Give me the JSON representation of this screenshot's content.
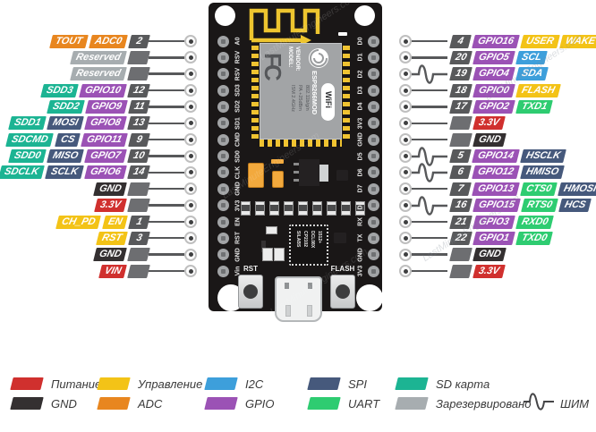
{
  "watermark": "LastMinuteEngineers.com",
  "colors": {
    "power": "#d0302e",
    "control": "#f3c317",
    "i2c": "#3d9fdb",
    "spi": "#46597c",
    "sd": "#1cb493",
    "gnd": "#343031",
    "adc": "#e8861f",
    "gpio": "#9b52b5",
    "uart": "#2ecc71",
    "reserved": "#a7adb0",
    "pin_number_badge": "#58595b",
    "blank_stub": "#6d6e71",
    "wire": "#57585a"
  },
  "pins": {
    "left": [
      {
        "labels": [
          {
            "t": "TOUT",
            "c": "adc"
          },
          {
            "t": "ADC0",
            "c": "adc"
          }
        ],
        "num": "2"
      },
      {
        "labels": [
          {
            "t": "Reserved",
            "c": "reserved"
          }
        ],
        "num": null
      },
      {
        "labels": [
          {
            "t": "Reserved",
            "c": "reserved"
          }
        ],
        "num": null
      },
      {
        "labels": [
          {
            "t": "SDD3",
            "c": "sd"
          },
          {
            "t": "GPIO10",
            "c": "gpio"
          }
        ],
        "num": "12"
      },
      {
        "labels": [
          {
            "t": "SDD2",
            "c": "sd"
          },
          {
            "t": "GPIO9",
            "c": "gpio"
          }
        ],
        "num": "11"
      },
      {
        "labels": [
          {
            "t": "SDD1",
            "c": "sd"
          },
          {
            "t": "MOSI",
            "c": "spi"
          },
          {
            "t": "GPIO8",
            "c": "gpio"
          }
        ],
        "num": "13"
      },
      {
        "labels": [
          {
            "t": "SDCMD",
            "c": "sd"
          },
          {
            "t": "CS",
            "c": "spi"
          },
          {
            "t": "GPIO11",
            "c": "gpio"
          }
        ],
        "num": "9"
      },
      {
        "labels": [
          {
            "t": "SDD0",
            "c": "sd"
          },
          {
            "t": "MISO",
            "c": "spi"
          },
          {
            "t": "GPIO7",
            "c": "gpio"
          }
        ],
        "num": "10"
      },
      {
        "labels": [
          {
            "t": "SDCLK",
            "c": "sd"
          },
          {
            "t": "SCLK",
            "c": "spi"
          },
          {
            "t": "GPIO6",
            "c": "gpio"
          }
        ],
        "num": "14"
      },
      {
        "labels": [
          {
            "t": "GND",
            "c": "gnd"
          }
        ],
        "num": null
      },
      {
        "labels": [
          {
            "t": "3.3V",
            "c": "power"
          }
        ],
        "num": null
      },
      {
        "labels": [
          {
            "t": "CH_PD",
            "c": "control"
          },
          {
            "t": "EN",
            "c": "control"
          }
        ],
        "num": "1"
      },
      {
        "labels": [
          {
            "t": "RST",
            "c": "control"
          }
        ],
        "num": "3"
      },
      {
        "labels": [
          {
            "t": "GND",
            "c": "gnd"
          }
        ],
        "num": null
      },
      {
        "labels": [
          {
            "t": "VIN",
            "c": "power"
          }
        ],
        "num": null
      }
    ],
    "right": [
      {
        "num": "4",
        "pwm": false,
        "labels": [
          {
            "t": "GPIO16",
            "c": "gpio"
          },
          {
            "t": "USER",
            "c": "control"
          },
          {
            "t": "WAKE",
            "c": "control"
          }
        ]
      },
      {
        "num": "20",
        "pwm": false,
        "labels": [
          {
            "t": "GPIO5",
            "c": "gpio"
          },
          {
            "t": "SCL",
            "c": "i2c"
          }
        ]
      },
      {
        "num": "19",
        "pwm": true,
        "labels": [
          {
            "t": "GPIO4",
            "c": "gpio"
          },
          {
            "t": "SDA",
            "c": "i2c"
          }
        ]
      },
      {
        "num": "18",
        "pwm": false,
        "labels": [
          {
            "t": "GPIO0",
            "c": "gpio"
          },
          {
            "t": "FLASH",
            "c": "control"
          }
        ]
      },
      {
        "num": "17",
        "pwm": false,
        "labels": [
          {
            "t": "GPIO2",
            "c": "gpio"
          },
          {
            "t": "TXD1",
            "c": "uart"
          }
        ]
      },
      {
        "num": null,
        "pwm": false,
        "labels": [
          {
            "t": "3.3V",
            "c": "power"
          }
        ]
      },
      {
        "num": null,
        "pwm": false,
        "labels": [
          {
            "t": "GND",
            "c": "gnd"
          }
        ]
      },
      {
        "num": "5",
        "pwm": true,
        "labels": [
          {
            "t": "GPIO14",
            "c": "gpio"
          },
          {
            "t": "HSCLK",
            "c": "spi"
          }
        ]
      },
      {
        "num": "6",
        "pwm": true,
        "labels": [
          {
            "t": "GPIO12",
            "c": "gpio"
          },
          {
            "t": "HMISO",
            "c": "spi"
          }
        ]
      },
      {
        "num": "7",
        "pwm": false,
        "labels": [
          {
            "t": "GPIO13",
            "c": "gpio"
          },
          {
            "t": "CTS0",
            "c": "uart"
          },
          {
            "t": "HMOSI",
            "c": "spi"
          }
        ]
      },
      {
        "num": "16",
        "pwm": true,
        "labels": [
          {
            "t": "GPIO15",
            "c": "gpio"
          },
          {
            "t": "RTS0",
            "c": "uart"
          },
          {
            "t": "HCS",
            "c": "spi"
          }
        ]
      },
      {
        "num": "21",
        "pwm": false,
        "labels": [
          {
            "t": "GPIO3",
            "c": "gpio"
          },
          {
            "t": "RXD0",
            "c": "uart"
          }
        ]
      },
      {
        "num": "22",
        "pwm": false,
        "labels": [
          {
            "t": "GPIO1",
            "c": "gpio"
          },
          {
            "t": "TXD0",
            "c": "uart"
          }
        ]
      },
      {
        "num": null,
        "pwm": false,
        "labels": [
          {
            "t": "GND",
            "c": "gnd"
          }
        ]
      },
      {
        "num": null,
        "pwm": false,
        "labels": [
          {
            "t": "3.3V",
            "c": "power"
          }
        ]
      }
    ]
  },
  "board": {
    "left_edge_labels": [
      "A0",
      "RSV",
      "RSV",
      "SD3",
      "SD2",
      "SD1",
      "CMD",
      "SD0",
      "CLK",
      "GND",
      "3V3",
      "EN",
      "RST",
      "GND",
      "Vin"
    ],
    "right_edge_labels": [
      "D0",
      "D1",
      "D2",
      "D3",
      "D4",
      "3V3",
      "GND",
      "D5",
      "D6",
      "D7",
      "D8",
      "RX",
      "TX",
      "GND",
      "3V3"
    ],
    "module": {
      "fcc": "FC",
      "model": "MODEL:",
      "vendor": "VENDOR:",
      "name": "ESP8266MOD",
      "specs": [
        "ISM 2.4GHz",
        "PA +25dBm",
        "802.11b/g/n"
      ],
      "wifi_badge": "WiFi"
    },
    "usb_chip": [
      "SILABS",
      "CP2102",
      "DCL08X",
      "1512+"
    ],
    "rst_button": "RST",
    "flash_button": "FLASH"
  },
  "legend": {
    "rows": [
      [
        {
          "label": "Питание",
          "c": "power"
        },
        {
          "label": "Управление",
          "c": "control"
        },
        {
          "label": "I2C",
          "c": "i2c"
        },
        {
          "label": "SPI",
          "c": "spi"
        },
        {
          "label": "SD карта",
          "c": "sd"
        }
      ],
      [
        {
          "label": "GND",
          "c": "gnd"
        },
        {
          "label": "ADC",
          "c": "adc"
        },
        {
          "label": "GPIO",
          "c": "gpio"
        },
        {
          "label": "UART",
          "c": "uart"
        },
        {
          "label": "Зарезервировано",
          "c": "reserved"
        }
      ]
    ],
    "pwm_label": "ШИМ"
  }
}
